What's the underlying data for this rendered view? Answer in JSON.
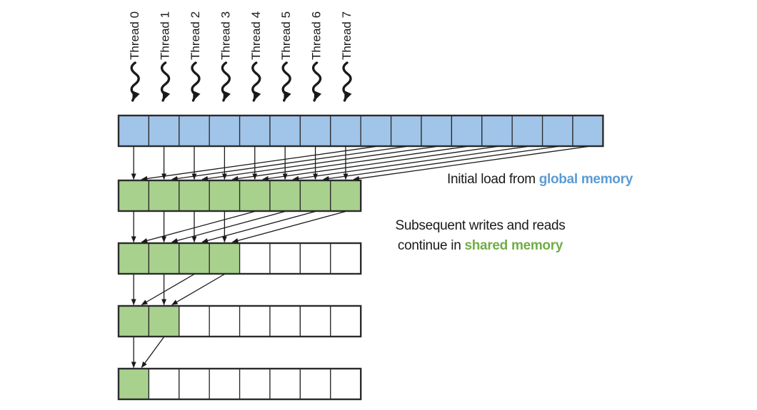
{
  "diagram": {
    "threads": [
      "Thread 0",
      "Thread 1",
      "Thread 2",
      "Thread 3",
      "Thread 4",
      "Thread 5",
      "Thread 6",
      "Thread 7"
    ],
    "memory_rows": [
      {
        "name": "global-memory",
        "cells": 16,
        "highlighted": 16,
        "type": "global"
      },
      {
        "name": "shared-memory-step-0",
        "cells": 8,
        "highlighted": 8,
        "type": "shared"
      },
      {
        "name": "shared-memory-step-1",
        "cells": 8,
        "highlighted": 4,
        "type": "shared"
      },
      {
        "name": "shared-memory-step-2",
        "cells": 8,
        "highlighted": 2,
        "type": "shared"
      },
      {
        "name": "shared-memory-step-3",
        "cells": 8,
        "highlighted": 1,
        "type": "shared"
      }
    ]
  },
  "captions": {
    "initial_prefix": "Initial load from ",
    "initial_highlight": "global memory",
    "subsequent_line1": "Subsequent writes and reads",
    "subsequent_line2_prefix": "continue in ",
    "subsequent_highlight": "shared memory"
  },
  "colors": {
    "global_cell_fill": "#A1C5E9",
    "shared_cell_fill": "#A9D18E",
    "empty_cell_fill": "#FFFFFF",
    "cell_border": "#2B2B2B",
    "arrow": "#1A1A1A",
    "global_text": "#5B9BD5",
    "shared_text": "#70AD47",
    "body_text": "#1A1A1A",
    "background": "#FFFFFF"
  }
}
